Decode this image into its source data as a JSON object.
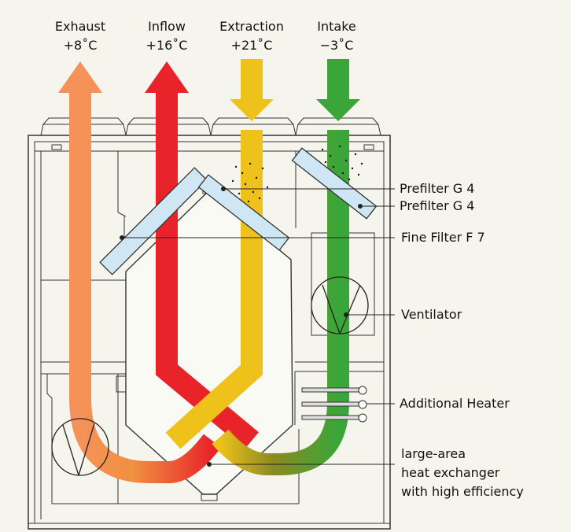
{
  "header": {
    "columns": [
      {
        "name": "Exhaust",
        "temp": "+8˚C",
        "color": "#f5925a",
        "direction": "up"
      },
      {
        "name": "Inflow",
        "temp": "+16˚C",
        "color": "#e8232a",
        "direction": "up"
      },
      {
        "name": "Extraction",
        "temp": "+21˚C",
        "color": "#eec21a",
        "direction": "down"
      },
      {
        "name": "Intake",
        "temp": "−3˚C",
        "color": "#3aa639",
        "direction": "down"
      }
    ]
  },
  "labels": {
    "prefilter_1": "Prefilter G 4",
    "prefilter_2": "Prefilter G 4",
    "fine_filter": "Fine Filter F 7",
    "ventilator": "Ventilator",
    "additional_heater": "Additional Heater",
    "heat_exchanger_line1": "large-area",
    "heat_exchanger_line2": "heat exchanger",
    "heat_exchanger_line3": "with high efficiency"
  },
  "colors": {
    "filter_fill": "#cfe6f5",
    "filter_stroke": "#333333",
    "housing_stroke": "#333333"
  }
}
